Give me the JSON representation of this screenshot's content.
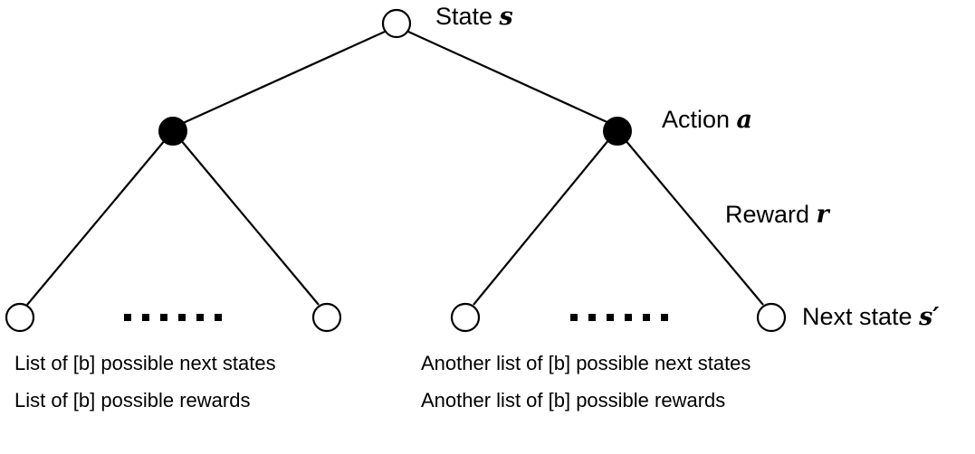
{
  "labels": {
    "state": {
      "text": "State ",
      "var": "s"
    },
    "action": {
      "text": "Action ",
      "var": "a"
    },
    "reward": {
      "text": "Reward ",
      "var": "r"
    },
    "next_state": {
      "text": "Next state ",
      "var": "s′"
    }
  },
  "captions": {
    "left_line1": "List of [b] possible next states",
    "left_line2": "List of [b] possible rewards",
    "right_line1": "Another list of [b] possible next states",
    "right_line2": "Another list of [b] possible rewards"
  }
}
